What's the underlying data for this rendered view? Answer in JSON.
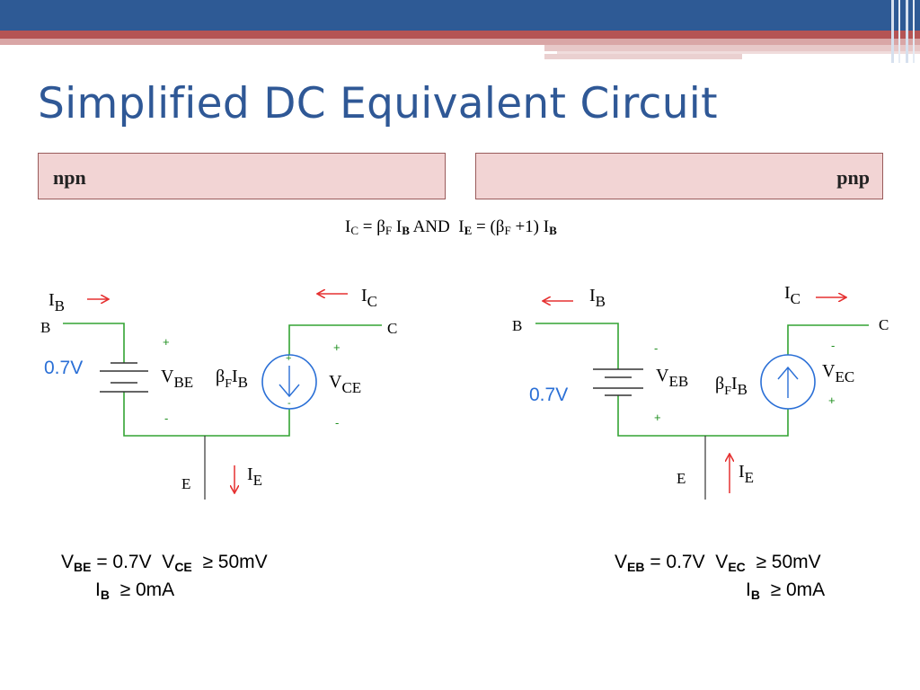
{
  "slide": {
    "title": "Simplified DC Equivalent Circuit",
    "labels": {
      "npn": "npn",
      "pnp": "pnp"
    }
  },
  "equation": {
    "ic_sub": "C",
    "beta": "β",
    "f_sub": "F",
    "ib_sub": "B",
    "and_word": "AND",
    "ie_sub": "E",
    "plus_one": "+1)"
  },
  "npn": {
    "ib_label": "I",
    "ib_sub": "B",
    "ic_label": "I",
    "ic_sub": "C",
    "ie_label": "I",
    "ie_sub": "E",
    "node_b": "B",
    "node_c": "C",
    "node_e": "E",
    "source_voltage": "0.7V",
    "vbe_label": "V",
    "vbe_sub": "BE",
    "vce_label": "V",
    "vce_sub": "CE",
    "dep_label": "β",
    "dep_sub1": "F",
    "dep_mid": "I",
    "dep_sub2": "B",
    "conditions": {
      "line1_v1": "V",
      "line1_v1_sub": "BE",
      "line1_v1_val": "= 0.7V",
      "line1_v2": "V",
      "line1_v2_sub": "CE",
      "line1_v2_val": "≥ 50mV",
      "line2": "I",
      "line2_sub": "B",
      "line2_val": "≥  0mA"
    }
  },
  "pnp": {
    "ib_label": "I",
    "ib_sub": "B",
    "ic_label": "I",
    "ic_sub": "C",
    "ie_label": "I",
    "ie_sub": "E",
    "node_b": "B",
    "node_c": "C",
    "node_e": "E",
    "source_voltage": "0.7V",
    "veb_label": "V",
    "veb_sub": "EB",
    "vec_label": "V",
    "vec_sub": "EC",
    "dep_label": "β",
    "dep_sub1": "F",
    "dep_mid": "I",
    "dep_sub2": "B",
    "conditions": {
      "line1_v1": "V",
      "line1_v1_sub": "EB",
      "line1_v1_val": "= 0.7V",
      "line1_v2": "V",
      "line1_v2_sub": "EC",
      "line1_v2_val": "≥  50mV",
      "line2": "I",
      "line2_sub": "B",
      "line2_val": "≥  0mA"
    }
  },
  "colors": {
    "title": "#2f5896",
    "band_blue": "#2e5a95",
    "band_red": "#b55454",
    "wire_green": "#33a333",
    "arrow_red": "#e53030",
    "source_blue": "#2a6fd6",
    "sign_green": "#1f8f1f"
  },
  "signs": {
    "plus": "+",
    "minus": "-"
  }
}
